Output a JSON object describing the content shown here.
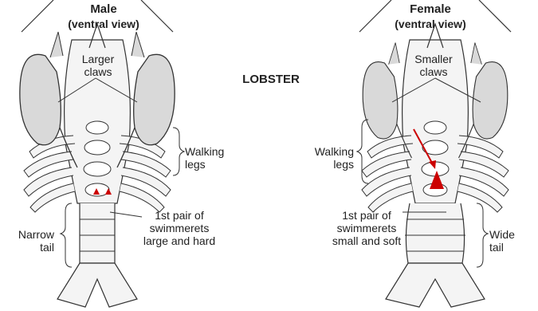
{
  "title": "LOBSTER",
  "male": {
    "heading": "Male",
    "subheading": "(ventral view)",
    "claws_label": "Larger\nclaws",
    "legs_label": "Walking\nlegs",
    "tail_label": "Narrow\ntail",
    "swimmerets_label": "1st pair of\nswimmerets\nlarge and hard"
  },
  "female": {
    "heading": "Female",
    "subheading": "(ventral view)",
    "claws_label": "Smaller\nclaws",
    "legs_label": "Walking\nlegs",
    "tail_label": "Wide\ntail",
    "swimmerets_label": "1st pair of\nswimmerets\nsmall and soft"
  },
  "colors": {
    "outline": "#333333",
    "claw_fill": "#d9d9d9",
    "body_fill": "#f4f4f4",
    "marker": "#cc0000"
  }
}
